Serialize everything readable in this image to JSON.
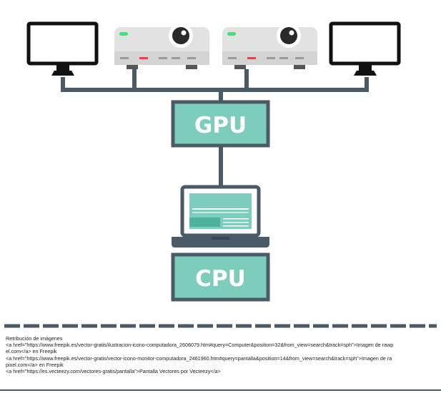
{
  "diagram": {
    "gpu_label": "GPU",
    "cpu_label": "CPU",
    "colors": {
      "teal": "#7dcdbd",
      "teal_dark": "#4db49a",
      "frame": "#4a5a66",
      "projector_body": "#e2e2e2",
      "led_green": "#3ee37a",
      "led_red": "#e8434a",
      "monitor": "#111111"
    }
  },
  "credits": {
    "lines": [
      "Retribución de imágenes",
      "<a href=\"https://www.freepik.es/vector-gratis/ilustracion-icono-computadora_2606079.htm#query=Computer&position=32&from_view=search&track=sph\">Imagen de rawp",
      "el.com</a> en Freepik",
      "<a href=\"https://www.freepik.es/vector-gratis/vector-icono-monitor-computadora_2461960.htm#query=pantalla&position=14&from_view=search&track=sph\">Imagen de ra",
      "pixel.com</a> en Freepik",
      "<a href=\"https://es.vecteezy.com/vectores-gratis/pantalla\">Pantalla Vectores por Vecteezy</a>"
    ]
  }
}
